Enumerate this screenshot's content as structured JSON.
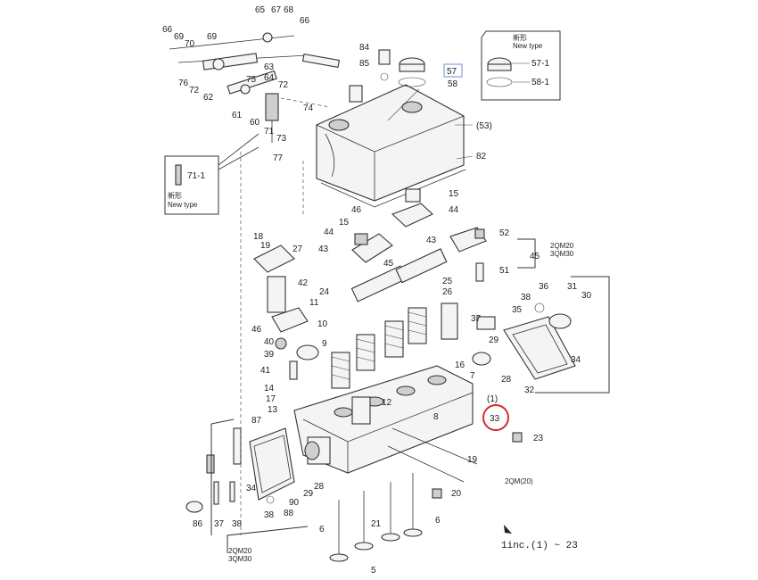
{
  "labels": {
    "p65": "65",
    "p67": "67",
    "p68": "68",
    "p66a": "66",
    "p66b": "66",
    "p69": "69",
    "p70": "70",
    "p69b": "69",
    "p76": "76",
    "p72a": "72",
    "p62": "62",
    "p63": "63",
    "p64": "64",
    "p75": "75",
    "p72b": "72",
    "p61": "61",
    "p60": "60",
    "p71": "71",
    "p73": "73",
    "p74": "74",
    "p77": "77",
    "p84": "84",
    "p85": "85",
    "p57": "57",
    "p58": "58",
    "p571": "57-1",
    "p581": "58-1",
    "p53": "(53)",
    "p82": "82",
    "p711": "71-1",
    "p15a": "15",
    "p46a": "46",
    "p44a": "44",
    "p15b": "15",
    "p44b": "44",
    "p43a": "43",
    "p43b": "43",
    "p45a": "45",
    "p52": "52",
    "p51": "51",
    "p45b": "45",
    "p18": "18",
    "p19a": "19",
    "p27": "27",
    "p42": "42",
    "p46b": "46",
    "p40": "40",
    "p39": "39",
    "p41": "41",
    "p24": "24",
    "p11": "11",
    "p10": "10",
    "p9": "9",
    "p25": "25",
    "p26": "26",
    "p36": "36",
    "p38a": "38",
    "p35": "35",
    "p31": "31",
    "p30": "30",
    "p37a": "37",
    "p29a": "29",
    "p34a": "34",
    "p28a": "28",
    "p32": "32",
    "p16": "16",
    "p7": "7",
    "p14": "14",
    "p17": "17",
    "p13": "13",
    "p12": "12",
    "p1": "(1)",
    "p33": "33",
    "p23": "23",
    "p8": "8",
    "p19b": "19",
    "p20": "20",
    "p87": "87",
    "p34b": "34",
    "p29b": "29",
    "p28b": "28",
    "p90": "90",
    "p88": "88",
    "p38b": "38",
    "p37b": "37",
    "p38c": "38",
    "p86": "86",
    "p21": "21",
    "p6a": "6",
    "p6b": "6",
    "p5": "5"
  },
  "notes": {
    "new_type_jp": "新形",
    "new_type_en": "New type",
    "new_type_jp_b": "新形",
    "new_type_en_b": "New type",
    "models_right_1": "2QM20",
    "models_right_2": "3QM30",
    "models_left_1": "2QM20",
    "models_left_2": "3QM30",
    "model_2qm": "2QM(20)",
    "footnote": "1inc.(1) ~ 23"
  },
  "colors": {
    "highlight_circle": "#d62a2a",
    "highlight_box": "#6b8fd6",
    "line": "#333333"
  }
}
